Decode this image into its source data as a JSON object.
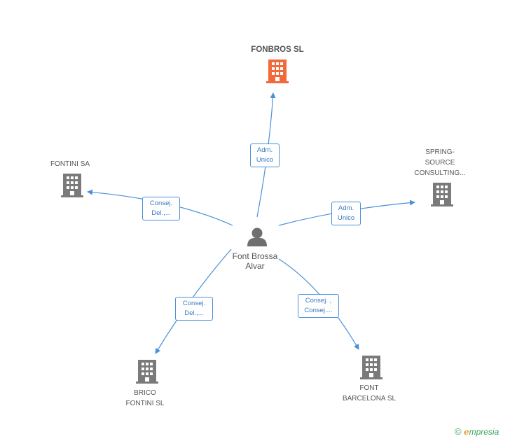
{
  "nodes": {
    "fonbros": {
      "lines": [
        "FONBROS SL"
      ]
    },
    "fontini": {
      "lines": [
        "FONTINI SA"
      ]
    },
    "spring": {
      "lines": [
        "SPRING-",
        "SOURCE",
        "CONSULTING..."
      ]
    },
    "brico": {
      "lines": [
        "BRICO",
        "FONTINI SL"
      ]
    },
    "font_barcelona": {
      "lines": [
        "FONT",
        "BARCELONA SL"
      ]
    },
    "person": {
      "lines": [
        "Font Brossa",
        "Alvar"
      ]
    }
  },
  "edges": {
    "to_fonbros": {
      "lines": [
        "Adm.",
        "Unico"
      ]
    },
    "to_fontini": {
      "lines": [
        "Consej.",
        "Del.,..."
      ]
    },
    "to_spring": {
      "lines": [
        "Adm.",
        "Unico"
      ]
    },
    "to_brico": {
      "lines": [
        "Consej.",
        "Del.,..."
      ]
    },
    "to_font_barcelona": {
      "lines": [
        "Consej. ,",
        "Consej...."
      ]
    }
  },
  "colors": {
    "edge": "#4a90d9",
    "building_main": "#f26a3a",
    "building_other": "#7a7a7a",
    "person": "#6f6f6f"
  },
  "footer": {
    "copyright_symbol": "©",
    "brand_initial": "e",
    "brand_rest": "mpresia"
  }
}
